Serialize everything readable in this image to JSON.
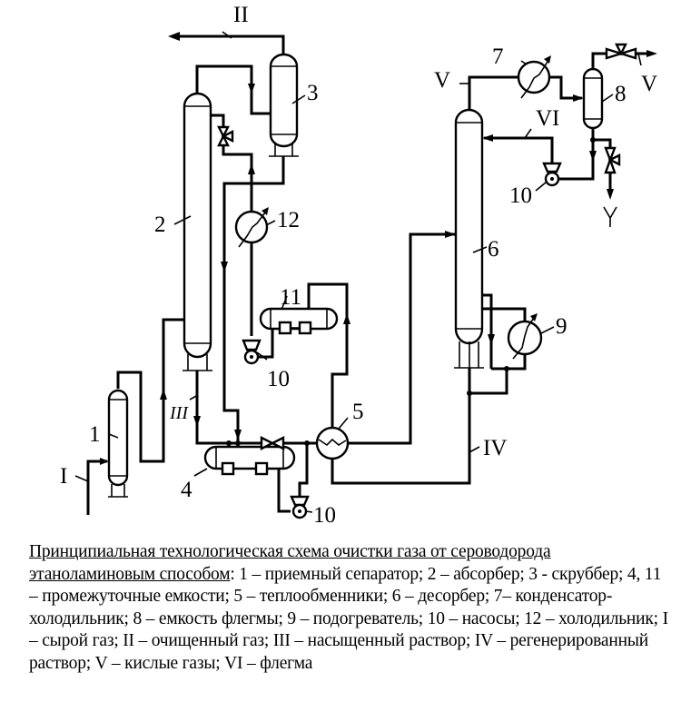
{
  "diagram": {
    "equipment_labels": {
      "separator": "1",
      "absorber": "2",
      "scrubber": "3",
      "tank_4": "4",
      "heat_exchanger": "5",
      "desorber": "6",
      "condenser": "7",
      "reflux_vessel": "8",
      "heater": "9",
      "pump_a": "10",
      "pump_b": "10",
      "pump_c": "10",
      "tank_11": "11",
      "cooler": "12"
    },
    "stream_labels": {
      "raw_gas": "I",
      "clean_gas": "II",
      "rich_solution": "III",
      "lean_solution": "IV",
      "acid_gas_top": "V",
      "acid_gas_out": "V",
      "reflux": "VI"
    }
  },
  "caption": {
    "title": "Принципиальная технологическая схема очистки газа от сероводорода этаноламиновым способом",
    "body": ": 1 – приемный сепаратор; 2 – абсорбер; 3 - скруббер; 4, 11 – промежуточные емкости; 5 – теплообменники; 6 – десорбер; 7– конденсатор-холодильник; 8 – емкость флегмы; 9 – подогреватель; 10 – насосы; 12 – холодильник; I – сырой газ; II – очищенный газ; III – насыщенный раствор; IV – регенерированный раствор; V – кислые газы; VI – флегма"
  }
}
